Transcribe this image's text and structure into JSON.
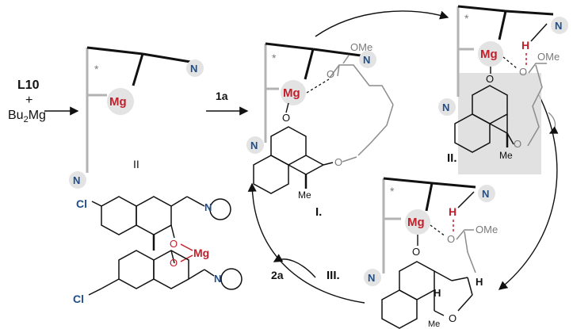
{
  "reagents": {
    "ligand": "L10",
    "plus": "+",
    "base_prefix": "Bu",
    "base_sub": "2",
    "base_suffix": "Mg"
  },
  "atoms": {
    "N": "N",
    "Mg": "Mg",
    "O": "O",
    "H": "H",
    "Cl": "Cl",
    "Me": "Me",
    "OMe": "OMe",
    "star": "*"
  },
  "labels": {
    "complex": "II",
    "substrate_arrow": "1a",
    "product_arrow": "2a",
    "int1": "I.",
    "int2": "II.",
    "int3": "III."
  },
  "colors": {
    "nitrogen": "#1f4e8c",
    "magnesium": "#c0202c",
    "hydrogen_bond": "#c0202c",
    "backbone_gray": "#b3b3b3",
    "shading": "#d9d9d9"
  }
}
